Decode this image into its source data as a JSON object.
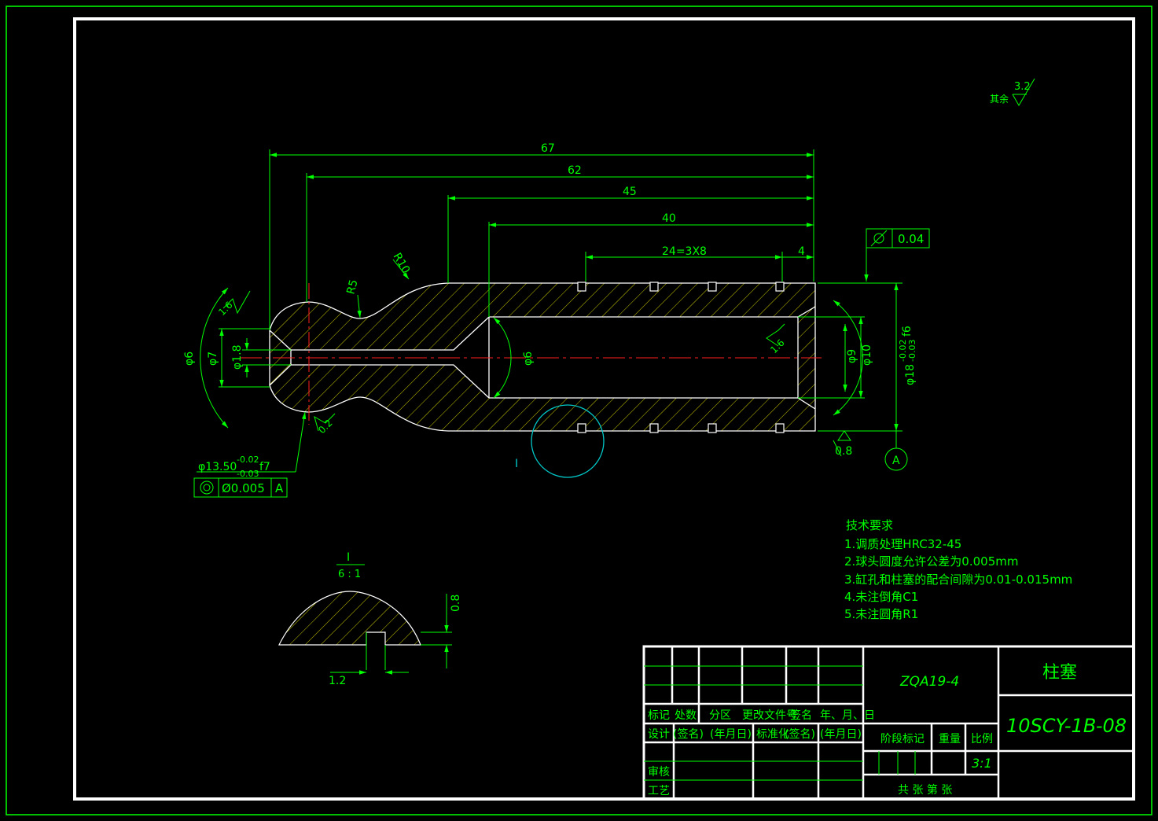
{
  "dims": {
    "d67": "67",
    "d62": "62",
    "d45": "45",
    "d40": "40",
    "d24": "24=3X8",
    "d4": "4",
    "r10": "R10",
    "r5": "R5",
    "d06a": "φ6",
    "d7": "φ7",
    "d18s": "φ1.8",
    "d06b": "φ6",
    "d09": "φ9",
    "d010": "φ10",
    "d018": "φ18",
    "d018_tol_up": "-0.02",
    "d018_tol_lo": "-0.03",
    "d018_fit": "f6",
    "d1350": "φ13.50",
    "d1350_tol_up": "-0.02",
    "d1350_tol_lo": "-0.03",
    "d1350_fit": "f7",
    "rough_16a": "1.6",
    "rough_16b": "1.6",
    "rough_02": "0.2",
    "rough_08": "0.8",
    "rough_other_label": "其余",
    "rough_other_value": "3.2",
    "cyl_tol": "0.04",
    "coax_tol": "Ø0.005",
    "coax_datum": "A",
    "datum_A": "A",
    "detail_mark": "I"
  },
  "detail": {
    "title": "I",
    "scale": "6 : 1",
    "d08": "0.8",
    "d12": "1.2"
  },
  "notes": {
    "title": "技术要求",
    "items": [
      "1.调质处理HRC32-45",
      "2.球头圆度允许公差为0.005mm",
      "3.缸孔和柱塞的配合间隙为0.01-0.015mm",
      "4.未注倒角C1",
      "5.未注圆角R1"
    ]
  },
  "titleblock": {
    "part_name": "柱塞",
    "project": "ZQA19-4",
    "drawing_no": "10SCY-1B-08",
    "scale": "3:1",
    "h_mark": "标记",
    "h_count": "处数",
    "h_zone": "分区",
    "h_doc": "更改文件号",
    "h_sign": "签名",
    "h_date": "年、月、日",
    "design": "设计",
    "sign1": "(签名)",
    "date1": "(年月日)",
    "std": "标准化",
    "sign2": "(签名)",
    "date2": "(年月日)",
    "review": "审核",
    "process": "工艺",
    "stage": "阶段标记",
    "weight": "重量",
    "ratio": "比例",
    "sheets": "共   张  第   张"
  }
}
